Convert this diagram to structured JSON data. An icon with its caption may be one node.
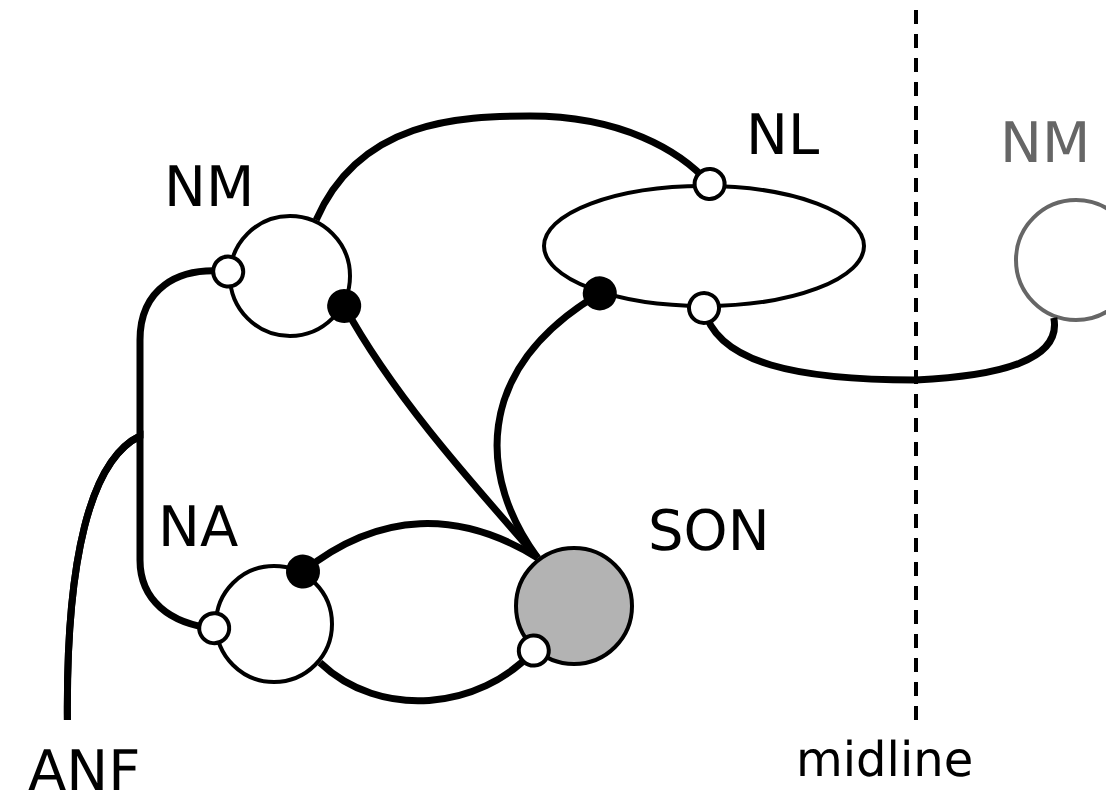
{
  "diagram": {
    "nodes": [
      {
        "text": [
          "NM"
        ]
      },
      {
        "text": [
          "NL"
        ]
      },
      {
        "text": [
          "NM"
        ]
      },
      {
        "text": [
          "NA"
        ]
      },
      {
        "text": [
          "SON"
        ]
      },
      {
        "text": [
          "ANF"
        ]
      }
    ],
    "edges": [
      {
        "from": 5,
        "to": 0,
        "arrow": "other"
      },
      {
        "from": 5,
        "to": 3,
        "arrow": "other"
      },
      {
        "from": 0,
        "to": 1,
        "arrow": "other"
      },
      {
        "from": 2,
        "to": 1,
        "arrow": "other"
      },
      {
        "from": 4,
        "to": 0,
        "arrow": "other"
      },
      {
        "from": 4,
        "to": 1,
        "arrow": "other"
      },
      {
        "from": 4,
        "to": 3,
        "arrow": "other"
      },
      {
        "from": 3,
        "to": 4,
        "arrow": "other"
      }
    ],
    "labels": [
      "midline"
    ]
  }
}
